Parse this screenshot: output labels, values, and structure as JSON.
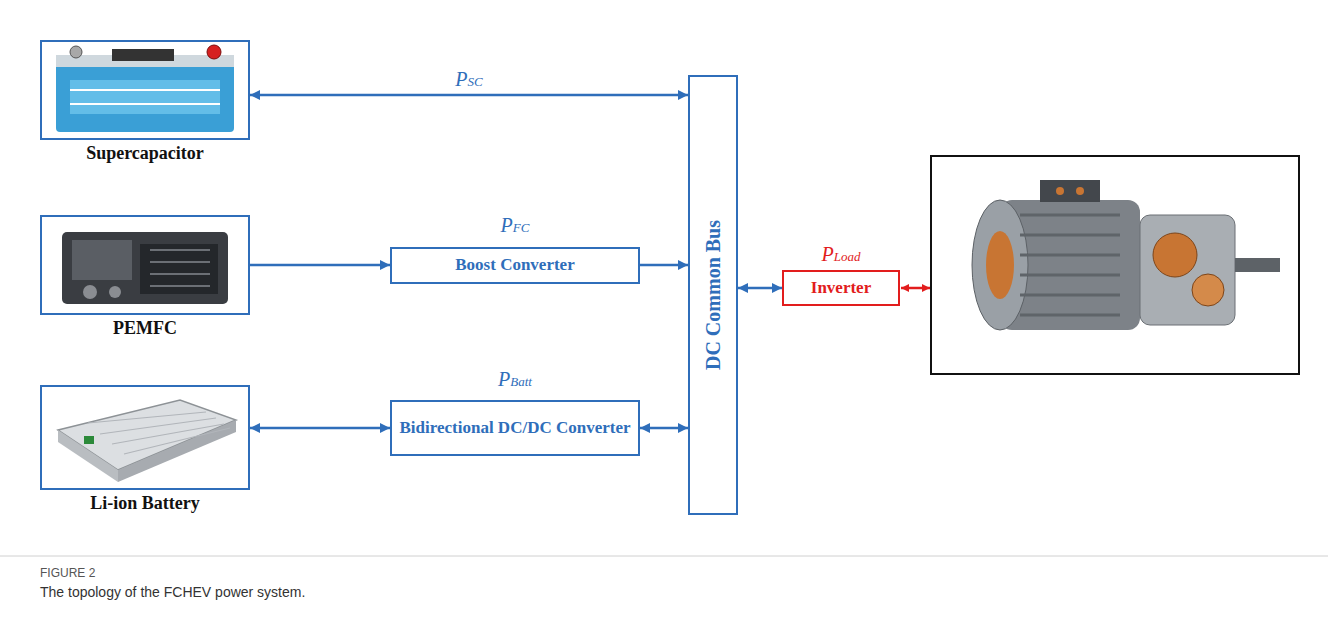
{
  "diagram": {
    "caption": "The topology of the FCHEV power system.",
    "nodes": [
      {
        "text": [
          "Supercapacitor"
        ]
      },
      {
        "text": [
          "PEMFC"
        ]
      },
      {
        "text": [
          "Li-ion Battery"
        ]
      },
      {
        "text": [
          "Boost Converter"
        ]
      },
      {
        "text": [
          "Bidirectional DC/DC Converter"
        ]
      },
      {
        "text": [
          "DC Common Bus"
        ]
      },
      {
        "text": [
          "Inverter"
        ]
      }
    ],
    "edges": [
      {
        "from": 0,
        "to": 5,
        "arrow": "both",
        "label": "PSC"
      },
      {
        "from": 1,
        "to": 3,
        "arrow": "to"
      },
      {
        "from": 3,
        "to": 5,
        "arrow": "to"
      },
      {
        "from": 2,
        "to": 4,
        "arrow": "both"
      },
      {
        "from": 4,
        "to": 5,
        "arrow": "both"
      },
      {
        "from": 5,
        "to": 6,
        "arrow": "both"
      }
    ],
    "labels": [
      "PFC",
      "PBatt",
      "PLoad",
      "FIGURE 2"
    ]
  }
}
